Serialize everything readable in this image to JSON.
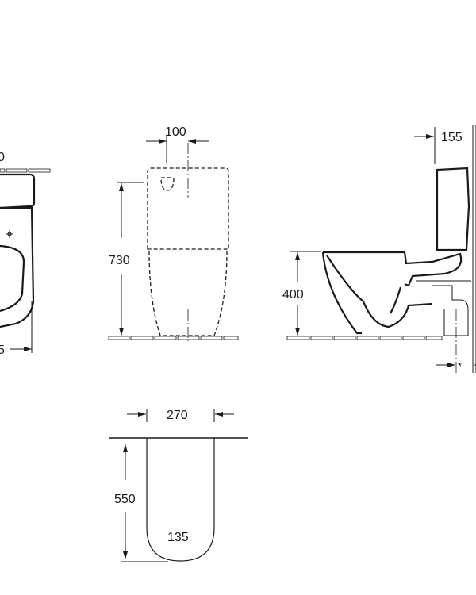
{
  "drawing": {
    "top_view": {
      "dim_top_partial": "0",
      "dim_bottom_partial": "5"
    },
    "front_view": {
      "width_offset": "100",
      "height": "730"
    },
    "side_view": {
      "wall_offset": "155",
      "seat_height": "400",
      "outlet_note": "*"
    },
    "wall_space_view": {
      "width": "270",
      "height": "550",
      "half_width": "135"
    }
  }
}
